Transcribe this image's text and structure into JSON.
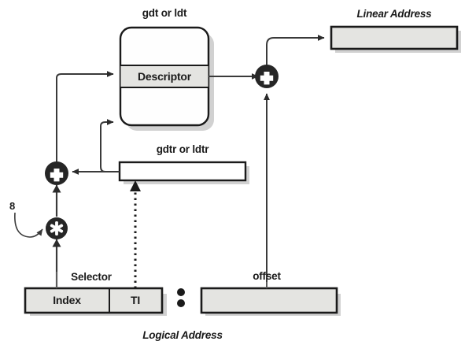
{
  "diagram": {
    "title_bottom": "Logical Address",
    "title_topright": "Linear Address",
    "labels": {
      "gdt_ldt": "gdt or ldt",
      "gdtr_ldtr": "gdtr or ldtr",
      "descriptor": "Descriptor",
      "selector": "Selector",
      "index": "Index",
      "ti": "TI",
      "offset": "offset",
      "multiplier": "8"
    },
    "operators": {
      "add_left": "+",
      "multiply": "*",
      "add_right": "+"
    },
    "separator": ":",
    "colors": {
      "box_fill_gray": "#e4e4e1",
      "box_fill_white": "#fefefe",
      "stroke": "#1a1a1a",
      "node_fill": "#262626",
      "shadow": "#c9c9c9",
      "text": "#1a1a1a"
    }
  }
}
